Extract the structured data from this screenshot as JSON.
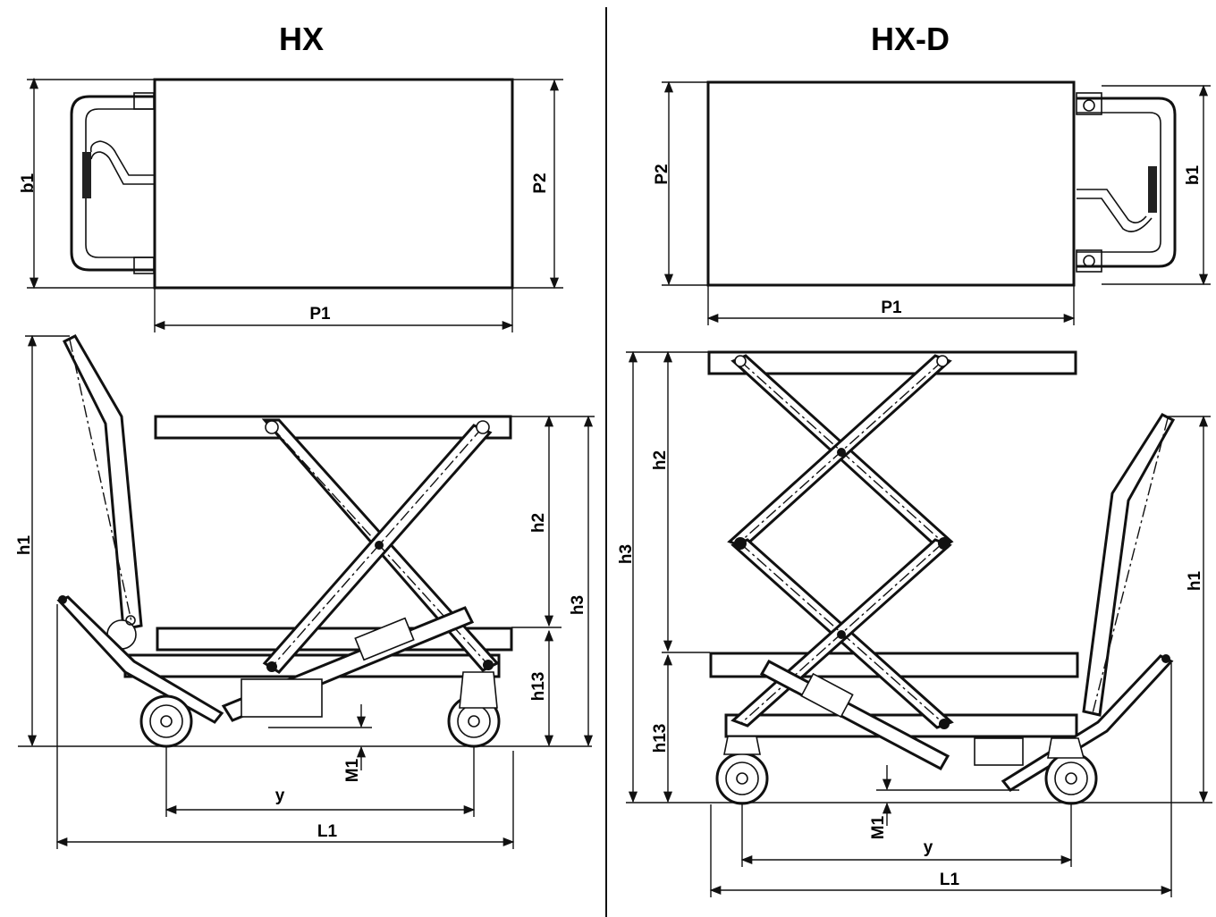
{
  "panels": [
    {
      "title": "HX",
      "labels": {
        "b1": "b1",
        "P2": "P2",
        "P1": "P1",
        "h1": "h1",
        "h2": "h2",
        "h3": "h3",
        "h13": "h13",
        "M1": "M1",
        "y": "y",
        "L1": "L1"
      }
    },
    {
      "title": "HX-D",
      "labels": {
        "P2": "P2",
        "b1": "b1",
        "P1": "P1",
        "h2": "h2",
        "h3": "h3",
        "h13": "h13",
        "h1": "h1",
        "M1": "M1",
        "y": "y",
        "L1": "L1"
      }
    }
  ]
}
